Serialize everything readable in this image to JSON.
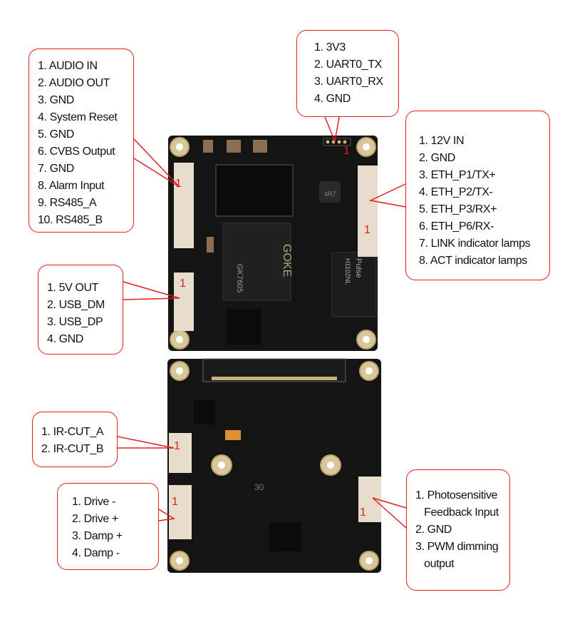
{
  "callouts": {
    "audio_connector": [
      "1. AUDIO IN",
      "2. AUDIO OUT",
      "3. GND",
      "4. System Reset",
      "5. GND",
      "6. CVBS Output",
      "7. GND",
      "8. Alarm Input",
      "9. RS485_A",
      "10. RS485_B"
    ],
    "uart_connector": [
      "1. 3V3",
      "2. UART0_TX",
      "3. UART0_RX",
      "4. GND"
    ],
    "eth_connector": [
      "1. 12V IN",
      "2. GND",
      "3. ETH_P1/TX+",
      "4. ETH_P2/TX-",
      "5. ETH_P3/RX+",
      "6. ETH_P6/RX-",
      "7. LINK indicator lamps",
      "8. ACT indicator lamps"
    ],
    "usb_connector": [
      "1. 5V OUT",
      "2. USB_DM",
      "3. USB_DP",
      "4. GND"
    ],
    "ircut_connector": [
      "1. IR-CUT_A",
      "2. IR-CUT_B"
    ],
    "lens_connector": [
      "1. Drive -",
      "2. Drive +",
      "3. Damp +",
      "4. Damp -"
    ],
    "photo_connector": [
      "1. Photosensitive",
      "   Feedback Input",
      "2. GND",
      "3. PWM dimming",
      "   output"
    ]
  },
  "pin_label": "1",
  "board_markings": {
    "soc": "GK7605",
    "soc_brand": "GOKE",
    "transformer": "Pulse",
    "transformer_part": "H1102NL",
    "inductor": "4R7",
    "bottom_mark": "30"
  },
  "colors": {
    "callout_border": "#e02020",
    "pcb": "#141414",
    "connector": "#e8dccc",
    "pad": "#c9b27a"
  }
}
